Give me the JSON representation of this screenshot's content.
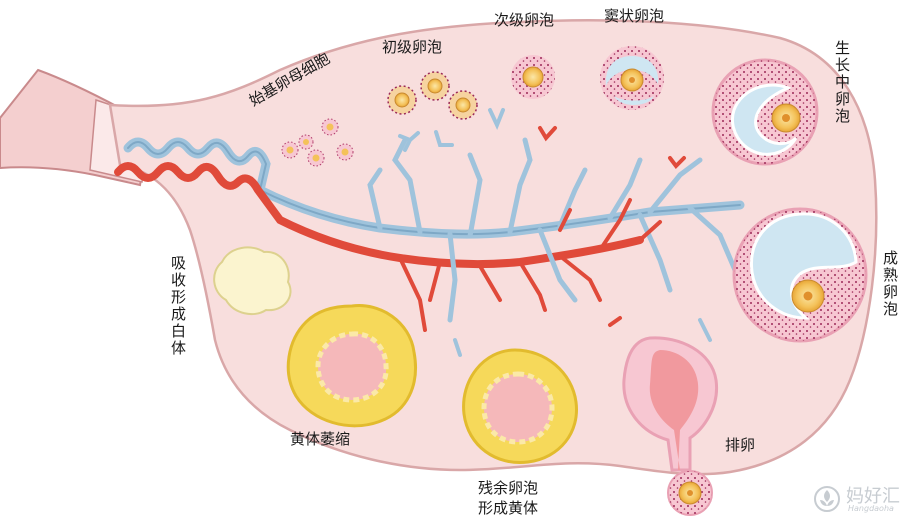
{
  "labels": {
    "primordial_oocyte": "始基卵母细胞",
    "primary_follicle": "初级卵泡",
    "secondary_follicle": "次级卵泡",
    "antral_follicle": "窦状卵泡",
    "growing_follicle": "生长中卵泡",
    "mature_follicle": "成熟卵泡",
    "corpus_albicans": "吸收形成白体",
    "corpus_luteum_atrophy": "黄体萎缩",
    "residual_follicle_line1": "残余卵泡",
    "residual_follicle_line2": "形成黄体",
    "ovulation": "排卵"
  },
  "watermark": {
    "logo_text": "妈好汇",
    "logo_sub": "Hangdaoha",
    "icon": "blossom-logo-icon"
  },
  "colors": {
    "ovary_fill": "#f8dedd",
    "ovary_stroke": "#d9a7a8",
    "vein": "#9fc3dc",
    "artery": "#e04a3a",
    "follicle_yellow": "#f6d95a",
    "oocyte": "#f4c25a",
    "antrum": "#cfe6f2"
  }
}
